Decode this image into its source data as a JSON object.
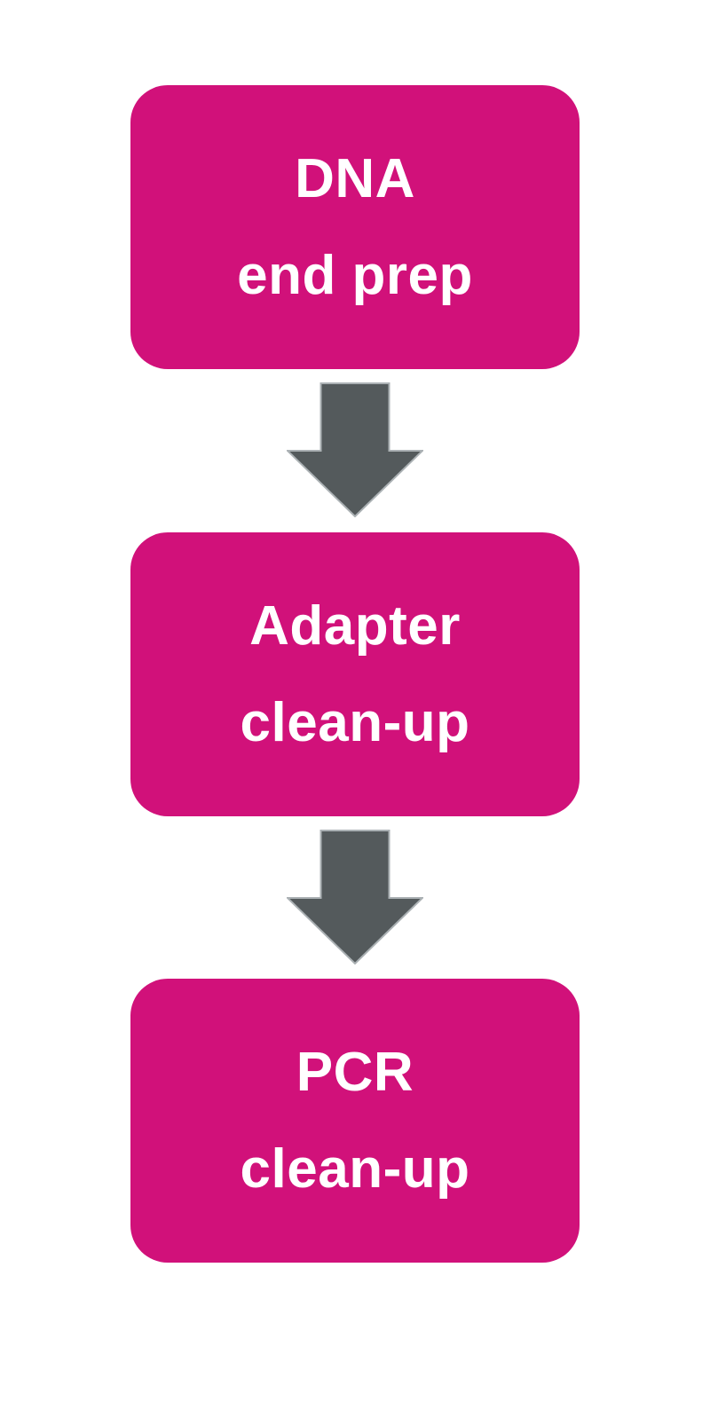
{
  "diagram": {
    "type": "flowchart",
    "direction": "top-to-bottom",
    "colors": {
      "background": "#ffffff",
      "box_fill": "#d1117a",
      "box_text": "#ffffff",
      "arrow_fill": "#545a5c",
      "arrow_outline": "#abb1b4"
    },
    "nodes": [
      {
        "label_line1": "DNA",
        "label_line2": "end prep"
      },
      {
        "label_line1": "Adapter",
        "label_line2": "clean-up"
      },
      {
        "label_line1": "PCR",
        "label_line2": "clean-up"
      }
    ],
    "connectors": [
      {
        "shape": "block-arrow",
        "direction": "down"
      },
      {
        "shape": "block-arrow",
        "direction": "down"
      }
    ]
  }
}
